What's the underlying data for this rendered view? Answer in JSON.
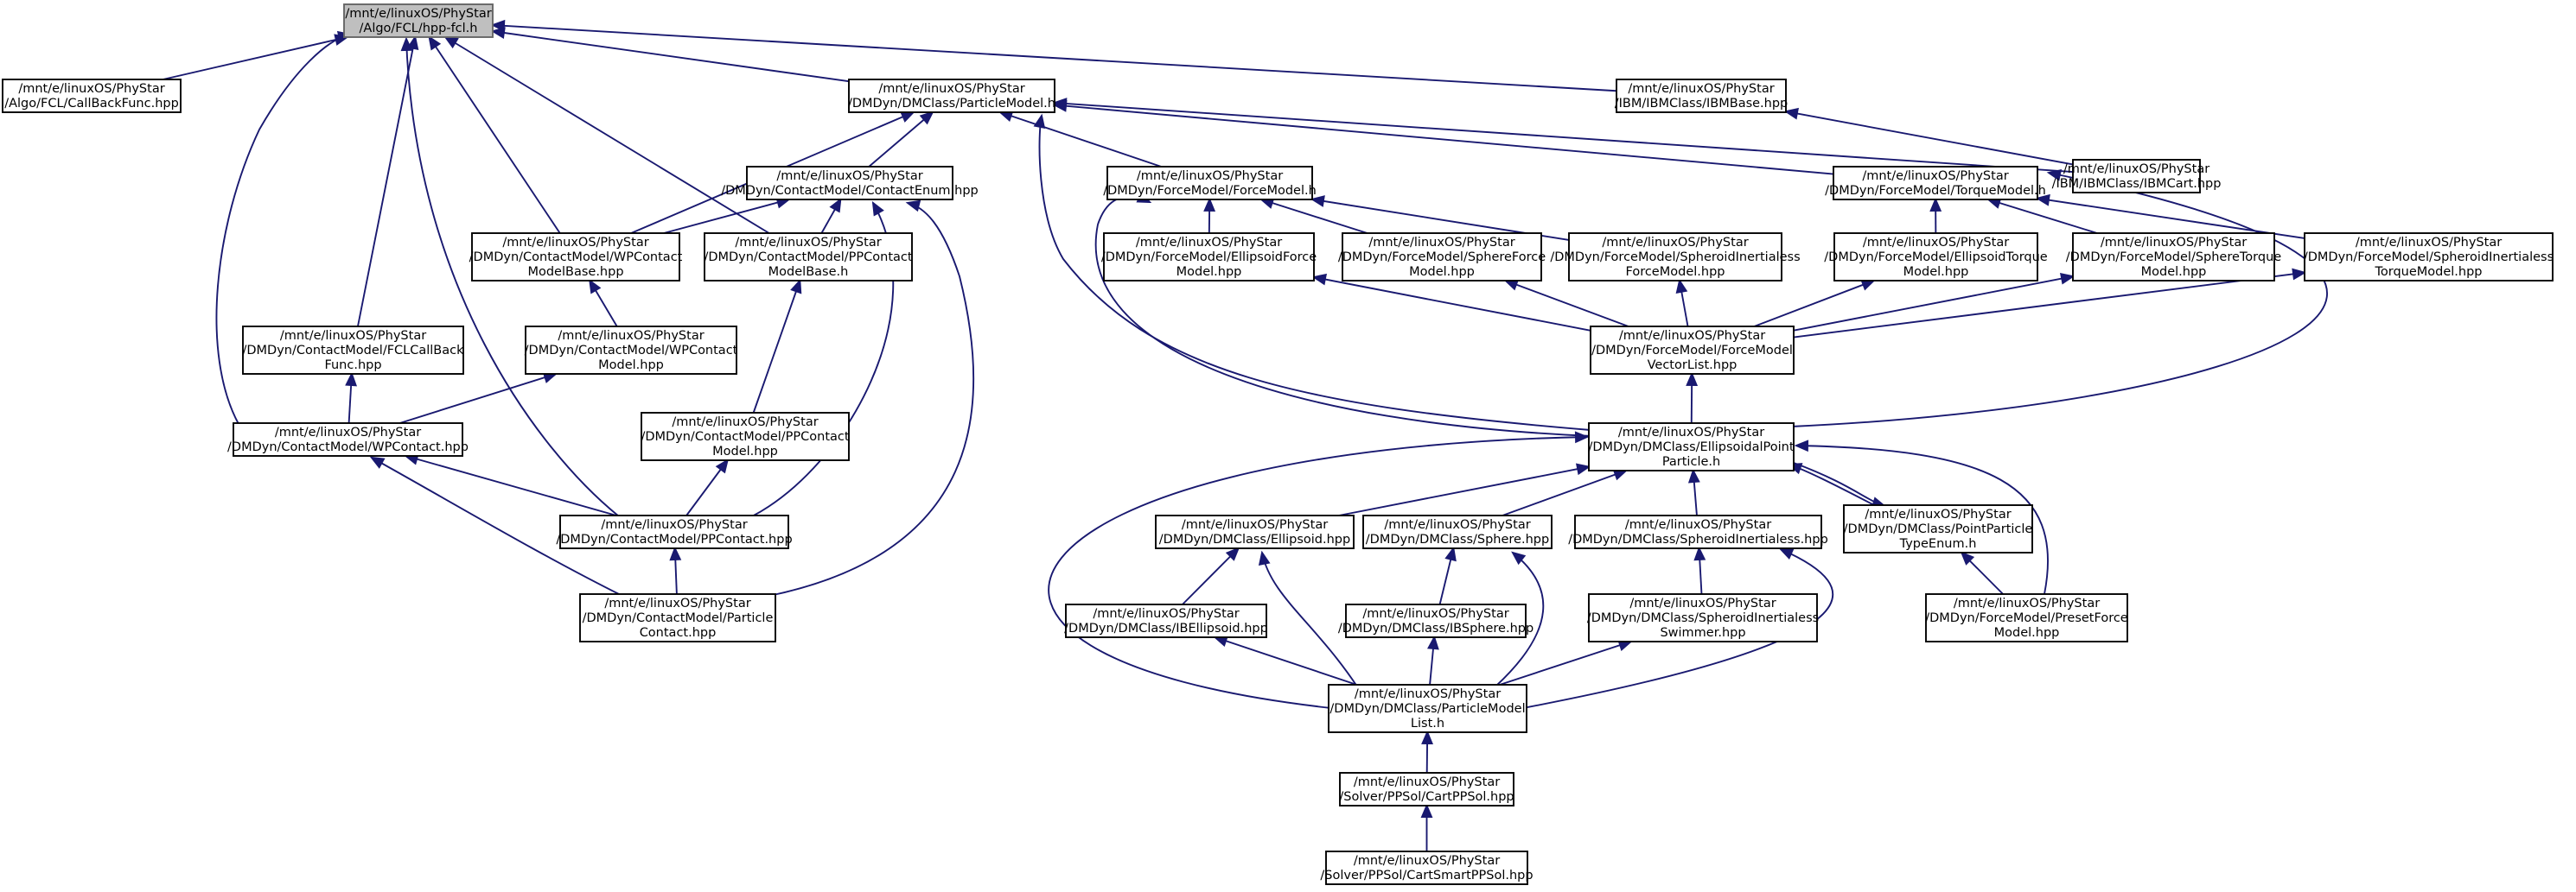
{
  "graph": {
    "title": "",
    "colors": {
      "edge": "#191970",
      "node_border": "#000000",
      "root_fill": "#bfbfbf",
      "root_border": "#666666",
      "background": "#ffffff"
    },
    "nodes": [
      {
        "id": "n0",
        "lines": [
          "/mnt/e/linuxOS/PhyStar",
          "/Algo/FCL/hpp-fcl.h"
        ],
        "highlighted": true
      },
      {
        "id": "n1",
        "lines": [
          "/mnt/e/linuxOS/PhyStar",
          "/Algo/FCL/CallBackFunc.hpp"
        ]
      },
      {
        "id": "n2",
        "lines": [
          "/mnt/e/linuxOS/PhyStar",
          "/DMDyn/DMClass/ParticleModel.h"
        ]
      },
      {
        "id": "n3",
        "lines": [
          "/mnt/e/linuxOS/PhyStar",
          "/IBM/IBMClass/IBMBase.hpp"
        ]
      },
      {
        "id": "n4",
        "lines": [
          "/mnt/e/linuxOS/PhyStar",
          "/DMDyn/ContactModel/ContactEnum.hpp"
        ]
      },
      {
        "id": "n5",
        "lines": [
          "/mnt/e/linuxOS/PhyStar",
          "/DMDyn/ForceModel/ForceModel.h"
        ]
      },
      {
        "id": "n6",
        "lines": [
          "/mnt/e/linuxOS/PhyStar",
          "/DMDyn/ForceModel/TorqueModel.h"
        ]
      },
      {
        "id": "n7",
        "lines": [
          "/mnt/e/linuxOS/PhyStar",
          "/IBM/IBMClass/IBMCart.hpp"
        ]
      },
      {
        "id": "n8",
        "lines": [
          "/mnt/e/linuxOS/PhyStar",
          "/DMDyn/ContactModel/WPContact",
          "ModelBase.hpp"
        ]
      },
      {
        "id": "n9",
        "lines": [
          "/mnt/e/linuxOS/PhyStar",
          "/DMDyn/ContactModel/PPContact",
          "ModelBase.h"
        ]
      },
      {
        "id": "n10",
        "lines": [
          "/mnt/e/linuxOS/PhyStar",
          "/DMDyn/ForceModel/EllipsoidForce",
          "Model.hpp"
        ]
      },
      {
        "id": "n11",
        "lines": [
          "/mnt/e/linuxOS/PhyStar",
          "/DMDyn/ForceModel/SphereForce",
          "Model.hpp"
        ]
      },
      {
        "id": "n12",
        "lines": [
          "/mnt/e/linuxOS/PhyStar",
          "/DMDyn/ForceModel/SpheroidInertialess",
          "ForceModel.hpp"
        ]
      },
      {
        "id": "n13",
        "lines": [
          "/mnt/e/linuxOS/PhyStar",
          "/DMDyn/ForceModel/EllipsoidTorque",
          "Model.hpp"
        ]
      },
      {
        "id": "n14",
        "lines": [
          "/mnt/e/linuxOS/PhyStar",
          "/DMDyn/ForceModel/SphereTorque",
          "Model.hpp"
        ]
      },
      {
        "id": "n15",
        "lines": [
          "/mnt/e/linuxOS/PhyStar",
          "/DMDyn/ForceModel/SpheroidInertialess",
          "TorqueModel.hpp"
        ]
      },
      {
        "id": "n16",
        "lines": [
          "/mnt/e/linuxOS/PhyStar",
          "/DMDyn/ContactModel/FCLCallBack",
          "Func.hpp"
        ]
      },
      {
        "id": "n17",
        "lines": [
          "/mnt/e/linuxOS/PhyStar",
          "/DMDyn/ContactModel/WPContact",
          "Model.hpp"
        ]
      },
      {
        "id": "n18",
        "lines": [
          "/mnt/e/linuxOS/PhyStar",
          "/DMDyn/ForceModel/ForceModel",
          "VectorList.hpp"
        ]
      },
      {
        "id": "n19",
        "lines": [
          "/mnt/e/linuxOS/PhyStar",
          "/DMDyn/ContactModel/WPContact.hpp"
        ]
      },
      {
        "id": "n20",
        "lines": [
          "/mnt/e/linuxOS/PhyStar",
          "/DMDyn/ContactModel/PPContact",
          "Model.hpp"
        ]
      },
      {
        "id": "n21",
        "lines": [
          "/mnt/e/linuxOS/PhyStar",
          "/DMDyn/DMClass/EllipsoidalPoint",
          "Particle.h"
        ]
      },
      {
        "id": "n22",
        "lines": [
          "/mnt/e/linuxOS/PhyStar",
          "/DMDyn/ContactModel/PPContact.hpp"
        ]
      },
      {
        "id": "n23",
        "lines": [
          "/mnt/e/linuxOS/PhyStar",
          "/DMDyn/DMClass/Ellipsoid.hpp"
        ]
      },
      {
        "id": "n24",
        "lines": [
          "/mnt/e/linuxOS/PhyStar",
          "/DMDyn/DMClass/Sphere.hpp"
        ]
      },
      {
        "id": "n25",
        "lines": [
          "/mnt/e/linuxOS/PhyStar",
          "/DMDyn/DMClass/SpheroidInertialess.hpp"
        ]
      },
      {
        "id": "n26",
        "lines": [
          "/mnt/e/linuxOS/PhyStar",
          "/DMDyn/DMClass/PointParticle",
          "TypeEnum.h"
        ]
      },
      {
        "id": "n27",
        "lines": [
          "/mnt/e/linuxOS/PhyStar",
          "/DMDyn/ContactModel/Particle",
          "Contact.hpp"
        ]
      },
      {
        "id": "n28",
        "lines": [
          "/mnt/e/linuxOS/PhyStar",
          "/DMDyn/DMClass/IBEllipsoid.hpp"
        ]
      },
      {
        "id": "n29",
        "lines": [
          "/mnt/e/linuxOS/PhyStar",
          "/DMDyn/DMClass/IBSphere.hpp"
        ]
      },
      {
        "id": "n30",
        "lines": [
          "/mnt/e/linuxOS/PhyStar",
          "/DMDyn/DMClass/SpheroidInertialess",
          "Swimmer.hpp"
        ]
      },
      {
        "id": "n31",
        "lines": [
          "/mnt/e/linuxOS/PhyStar",
          "/DMDyn/ForceModel/PresetForce",
          "Model.hpp"
        ]
      },
      {
        "id": "n32",
        "lines": [
          "/mnt/e/linuxOS/PhyStar",
          "/DMDyn/DMClass/ParticleModel",
          "List.h"
        ]
      },
      {
        "id": "n33",
        "lines": [
          "/mnt/e/linuxOS/PhyStar",
          "/Solver/PPSol/CartPPSol.hpp"
        ]
      },
      {
        "id": "n34",
        "lines": [
          "/mnt/e/linuxOS/PhyStar",
          "/Solver/PPSol/CartSmartPPSol.hpp"
        ]
      }
    ],
    "edges": [
      {
        "from": "n1",
        "to": "n0"
      },
      {
        "from": "n2",
        "to": "n0"
      },
      {
        "from": "n3",
        "to": "n0"
      },
      {
        "from": "n8",
        "to": "n0"
      },
      {
        "from": "n9",
        "to": "n0"
      },
      {
        "from": "n16",
        "to": "n0"
      },
      {
        "from": "n19",
        "to": "n0"
      },
      {
        "from": "n22",
        "to": "n0"
      },
      {
        "from": "n4",
        "to": "n2"
      },
      {
        "from": "n5",
        "to": "n2"
      },
      {
        "from": "n6",
        "to": "n2"
      },
      {
        "from": "n7",
        "to": "n2"
      },
      {
        "from": "n8",
        "to": "n2"
      },
      {
        "from": "n21",
        "to": "n2"
      },
      {
        "from": "n7",
        "to": "n3"
      },
      {
        "from": "n8",
        "to": "n4"
      },
      {
        "from": "n9",
        "to": "n4"
      },
      {
        "from": "n22",
        "to": "n4"
      },
      {
        "from": "n27",
        "to": "n4"
      },
      {
        "from": "n10",
        "to": "n5"
      },
      {
        "from": "n11",
        "to": "n5"
      },
      {
        "from": "n12",
        "to": "n5"
      },
      {
        "from": "n21",
        "to": "n5"
      },
      {
        "from": "n13",
        "to": "n6"
      },
      {
        "from": "n14",
        "to": "n6"
      },
      {
        "from": "n15",
        "to": "n6"
      },
      {
        "from": "n21",
        "to": "n6"
      },
      {
        "from": "n17",
        "to": "n8"
      },
      {
        "from": "n20",
        "to": "n9"
      },
      {
        "from": "n19",
        "to": "n16"
      },
      {
        "from": "n19",
        "to": "n17"
      },
      {
        "from": "n22",
        "to": "n19"
      },
      {
        "from": "n27",
        "to": "n19"
      },
      {
        "from": "n22",
        "to": "n20"
      },
      {
        "from": "n27",
        "to": "n22"
      },
      {
        "from": "n18",
        "to": "n10"
      },
      {
        "from": "n18",
        "to": "n11"
      },
      {
        "from": "n18",
        "to": "n12"
      },
      {
        "from": "n18",
        "to": "n13"
      },
      {
        "from": "n18",
        "to": "n14"
      },
      {
        "from": "n18",
        "to": "n15"
      },
      {
        "from": "n21",
        "to": "n18"
      },
      {
        "from": "n23",
        "to": "n21"
      },
      {
        "from": "n24",
        "to": "n21"
      },
      {
        "from": "n25",
        "to": "n21"
      },
      {
        "from": "n26",
        "to": "n21"
      },
      {
        "from": "n21",
        "to": "n26"
      },
      {
        "from": "n31",
        "to": "n21"
      },
      {
        "from": "n32",
        "to": "n21"
      },
      {
        "from": "n28",
        "to": "n23"
      },
      {
        "from": "n32",
        "to": "n23"
      },
      {
        "from": "n29",
        "to": "n24"
      },
      {
        "from": "n32",
        "to": "n24"
      },
      {
        "from": "n30",
        "to": "n25"
      },
      {
        "from": "n32",
        "to": "n25"
      },
      {
        "from": "n31",
        "to": "n26"
      },
      {
        "from": "n32",
        "to": "n28"
      },
      {
        "from": "n32",
        "to": "n29"
      },
      {
        "from": "n32",
        "to": "n30"
      },
      {
        "from": "n33",
        "to": "n32"
      },
      {
        "from": "n34",
        "to": "n33"
      }
    ]
  }
}
